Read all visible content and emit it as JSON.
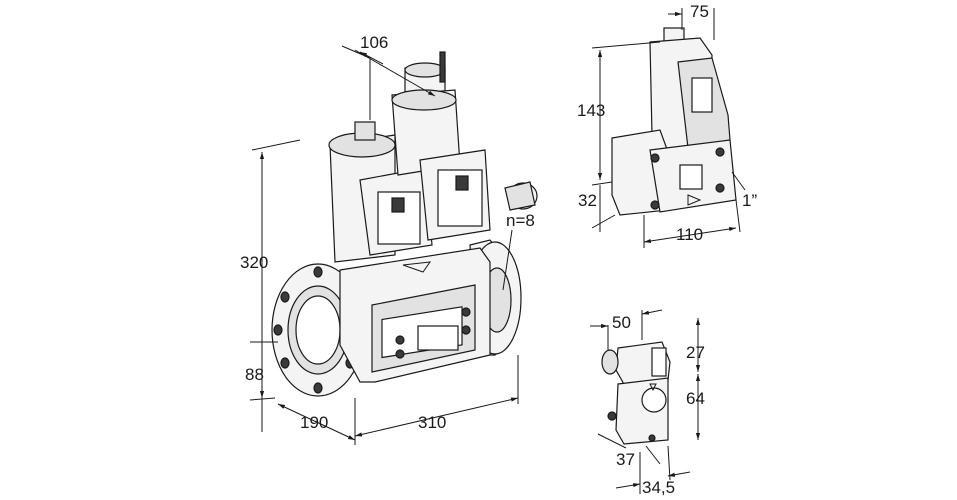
{
  "dimensions": {
    "d106": "106",
    "d320": "320",
    "d88": "88",
    "d190": "190",
    "d310": "310",
    "n8": "n=8",
    "d75": "75",
    "d143": "143",
    "d32": "32",
    "d110": "110",
    "d1in": "1”",
    "d50": "50",
    "d27": "27",
    "d64": "64",
    "d37": "37",
    "d34_5": "34,5"
  },
  "colors": {
    "line": "#1a1a1a",
    "body_light": "#f4f4f4",
    "body_mid": "#e2e2e2",
    "dark": "#3a3a3a"
  }
}
